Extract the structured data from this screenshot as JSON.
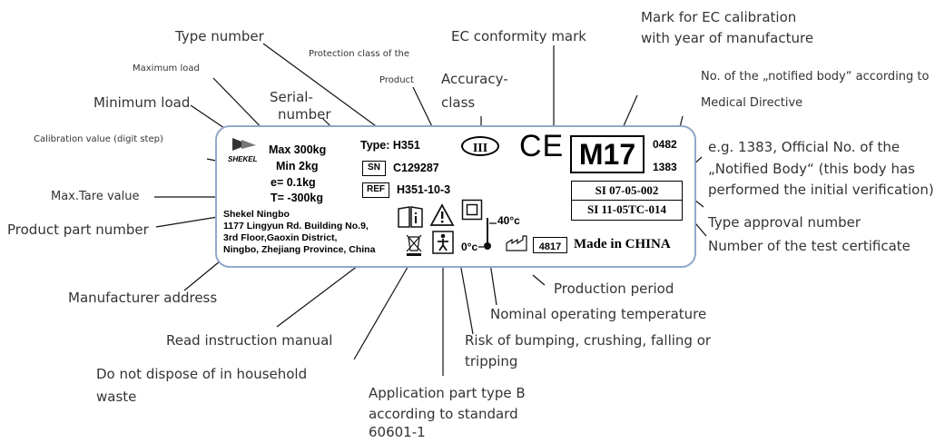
{
  "captions": {
    "type_number": "Type number",
    "maximum_load": "Maximum load",
    "protection_class_1": "Protection class of the",
    "protection_class_2": "Product",
    "ec_conformity": "EC conformity mark",
    "ec_calibration_1": "Mark for EC calibration",
    "ec_calibration_2": "with year of manufacture",
    "serial_number_1": "Serial-",
    "serial_number_2": "number",
    "minimum_load": "Minimum load",
    "accuracy_class_1": "Accuracy-",
    "accuracy_class_2": "class",
    "notified_body_1": "No. of the „notified body“ according to",
    "notified_body_2": "Medical Directive",
    "calibration_value": "Calibration value (digit step)",
    "official_no_1": "e.g. 1383, Official No. of the",
    "official_no_2": "„Notified Body“ (this body has",
    "official_no_3": "performed the initial verification)",
    "max_tare": "Max.Tare value",
    "type_approval": "Type approval number",
    "product_part": "Product part number",
    "test_certificate": "Number of the test certificate",
    "manufacturer_address": "Manufacturer address",
    "production_period": "Production period",
    "nominal_temp": "Nominal operating temperature",
    "read_manual": "Read instruction manual",
    "risk_1": "Risk of bumping, crushing, falling or",
    "risk_2": "tripping",
    "dispose_1": "Do not dispose of in household",
    "dispose_2": "waste",
    "app_part_1": "Application part type B",
    "app_part_2": "according to standard",
    "app_part_3": "60601-1"
  },
  "plate": {
    "brand": "SHEKEL",
    "max": "Max 300kg",
    "min": "Min 2kg",
    "e": "e= 0.1kg",
    "t": "T= -300kg",
    "type": "Type: H351",
    "sn_label": "SN",
    "sn_value": "C129287",
    "ref_label": "REF",
    "ref_value": "H351-10-3",
    "accuracy": "III",
    "ce": "CE",
    "m17": "M17",
    "nb_no": "0482",
    "official_no": "1383",
    "approval": "SI 07-05-002",
    "certificate": "SI 11-05TC-014",
    "addr_1": "Shekel Ningbo",
    "addr_2": "1177 Lingyun Rd. Building No.9,",
    "addr_3": "3rd Floor,Gaoxin District,",
    "addr_4": "Ningbo, Zhejiang Province, China",
    "temp_high": "40°c",
    "temp_low": "0°c",
    "period": "4817",
    "made_in": "Made in CHINA"
  },
  "icons": [
    "book-info-icon",
    "warning-triangle-icon",
    "class-ii-square-icon",
    "thermometer-icon",
    "crossed-bin-icon",
    "type-b-person-icon",
    "factory-icon",
    "shekel-logo-icon"
  ]
}
